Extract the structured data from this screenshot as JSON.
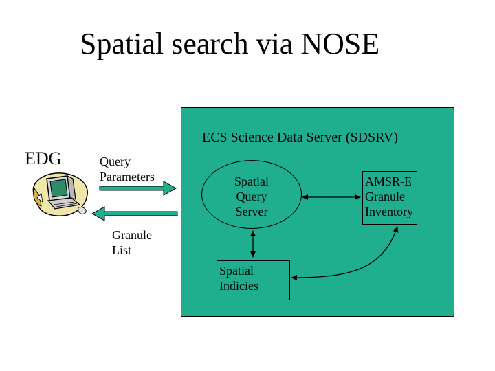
{
  "slide": {
    "title": "Spatial search via NOSE"
  },
  "client": {
    "label": "EDG",
    "icon": "computer-icon"
  },
  "flows": {
    "query_label": "Query\nParameters",
    "result_label": "Granule\nList"
  },
  "server": {
    "title": "ECS Science Data Server (SDSRV)",
    "query_server": "Spatial\nQuery\nServer",
    "inventory": "AMSR-E\nGranule\nInventory",
    "indices": "Spatial\nIndicies"
  },
  "colors": {
    "server_fill": "#1fae8e",
    "arrow_fill": "#1fae8e",
    "line": "#000000",
    "background": "#ffffff"
  }
}
